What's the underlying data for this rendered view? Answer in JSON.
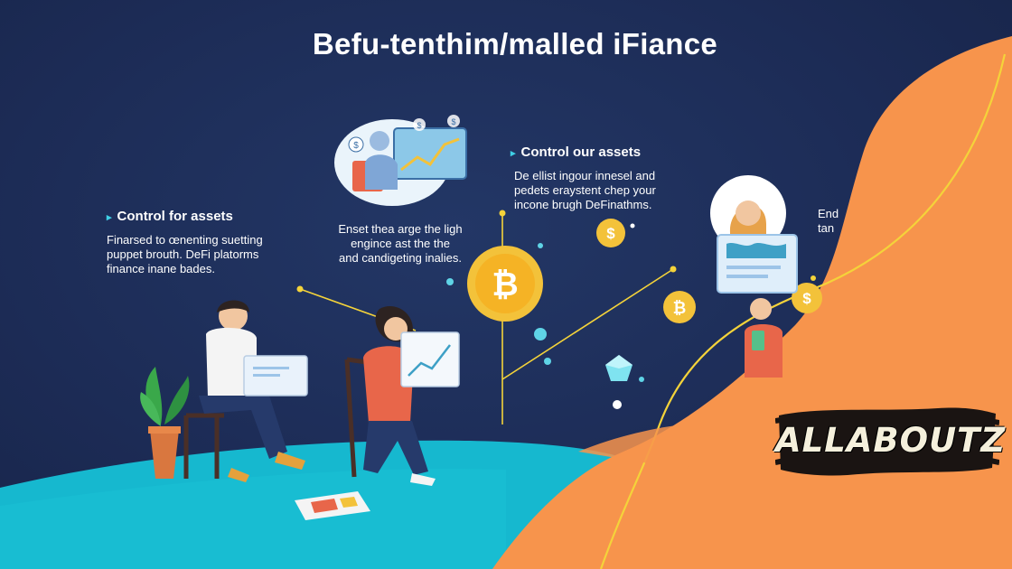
{
  "title": "Befu-tenthim/malled iFiance",
  "sections": [
    {
      "heading": "Control for assets",
      "body": "Finarsed to œnenting suetting\npuppet brouth. DeFi platorms\nfinance inane bades."
    },
    {
      "heading": "",
      "body": "Enset thea arge the ligh\nengince ast the the\nand candigeting inalies."
    },
    {
      "heading": "Control our assets",
      "body": "De ellist ingour innesel and\npedets eraystent chep your\nincone brugh DeFinathms."
    }
  ],
  "edge_text": "End\ntan",
  "brand": "ALLABOUTZ",
  "icons": [
    "dollar-coin-icon",
    "bitcoin-coin-icon",
    "plant-icon",
    "laptop-icon",
    "chart-icon",
    "gem-icon",
    "world-map-icon"
  ],
  "colors": {
    "background": "#1d2d57",
    "floor": "#16b8cf",
    "orange_wave": "#f7944c",
    "gold": "#f3c23a",
    "accent_line": "#f4d33a"
  }
}
